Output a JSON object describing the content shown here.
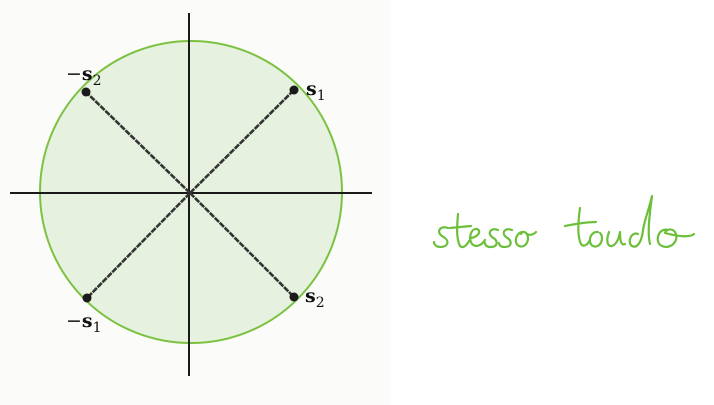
{
  "colors": {
    "circle_stroke": "#7cc242",
    "circle_fill": "#e7f1df",
    "axis": "#1a1a1a",
    "vector": "#333333",
    "handwriting": "#6cbf3a"
  },
  "points": {
    "s1": {
      "sign": "",
      "letter": "s",
      "subscript": "1"
    },
    "s2": {
      "sign": "",
      "letter": "s",
      "subscript": "2"
    },
    "neg_s1": {
      "sign": "−",
      "letter": "s",
      "subscript": "1"
    },
    "neg_s2": {
      "sign": "−",
      "letter": "s",
      "subscript": "2"
    }
  },
  "annotation": {
    "handwritten_text": "stesso tondo"
  }
}
